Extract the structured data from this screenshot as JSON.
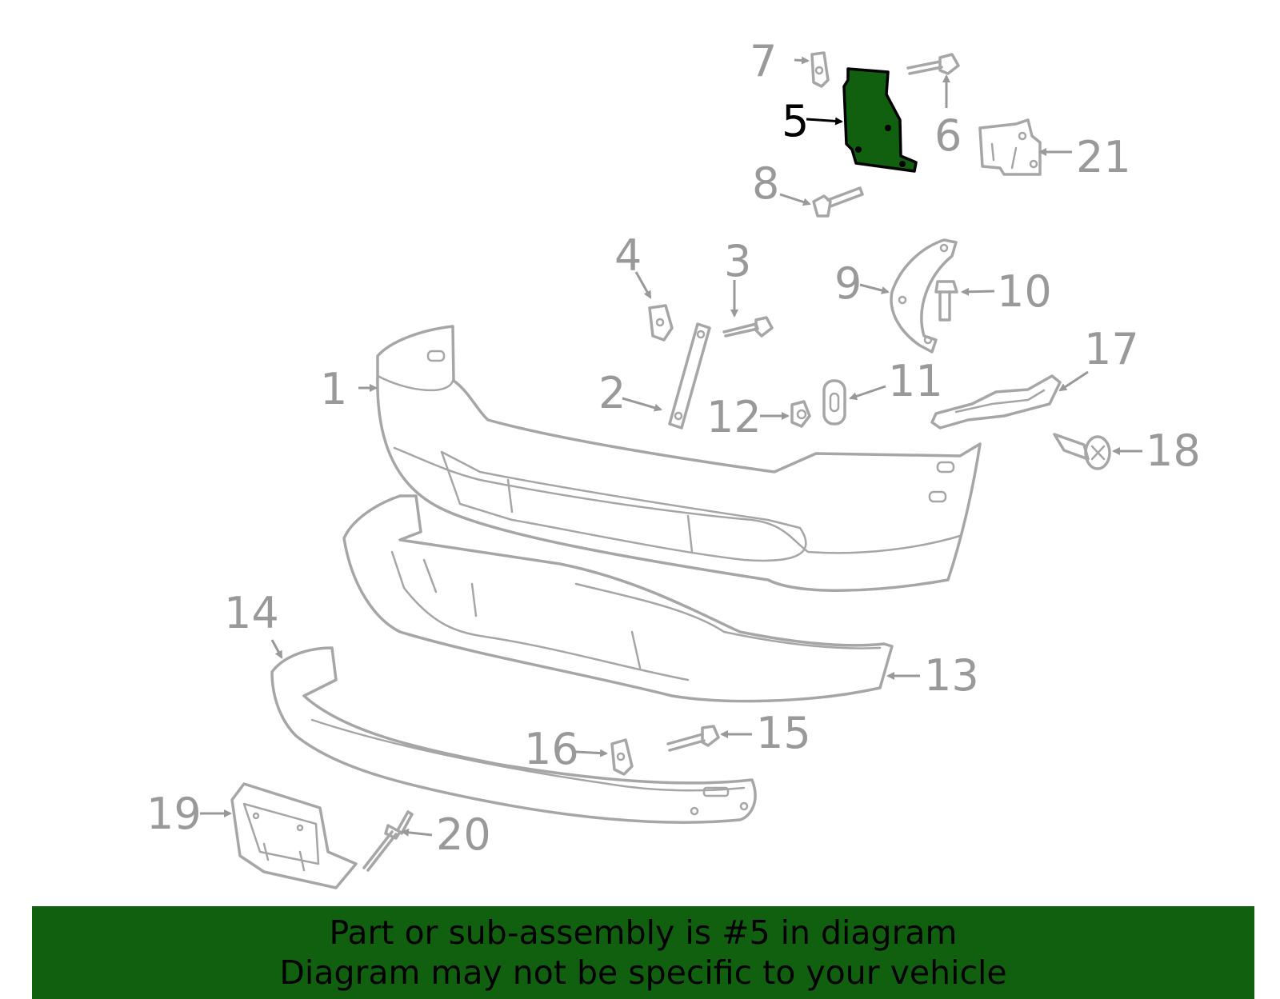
{
  "labels": {
    "p1": "1",
    "p2": "2",
    "p3": "3",
    "p4": "4",
    "p5": "5",
    "p6": "6",
    "p7": "7",
    "p8": "8",
    "p9": "9",
    "p10": "10",
    "p11": "11",
    "p12": "12",
    "p13": "13",
    "p14": "14",
    "p15": "15",
    "p16": "16",
    "p17": "17",
    "p18": "18",
    "p19": "19",
    "p20": "20",
    "p21": "21"
  },
  "highlight": {
    "part": "5",
    "color": "#106010"
  },
  "colors": {
    "part_stroke": "#a6a6a6",
    "label": "#999999",
    "banner": "#106010"
  },
  "banner": {
    "line1": "Part or sub-assembly is #5 in diagram",
    "line2": "Diagram may not be specific to your vehicle"
  }
}
